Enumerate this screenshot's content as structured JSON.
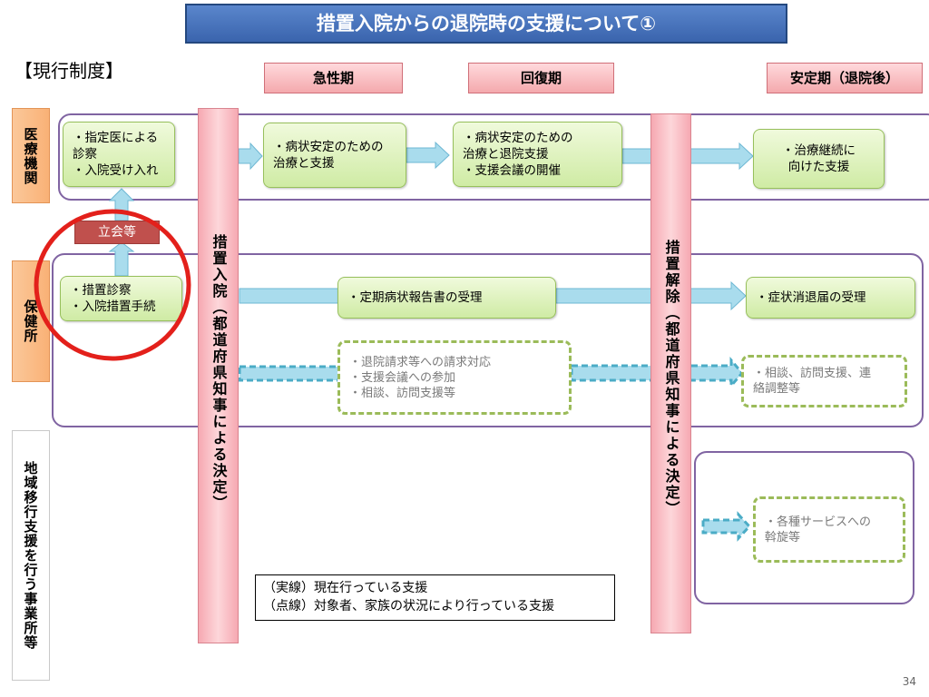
{
  "slide": {
    "title": "措置入院からの退院時の支援について①",
    "current_system": "【現行制度】",
    "page_number": "34"
  },
  "phases": {
    "acute": "急性期",
    "recovery": "回復期",
    "stable": "安定期（退院後）"
  },
  "organizations": {
    "medical": "医療機関",
    "health_center": "保健所",
    "community": "地域移行支援を行う事業所等"
  },
  "pillars": {
    "admission": "措置入院（都道府県知事による決定）",
    "release": "措置解除（都道府県知事による決定）"
  },
  "medical_row": {
    "designated_doctor": [
      "・指定医による",
      "診察",
      "・入院受け入れ"
    ],
    "acute_care": [
      "・病状安定のための",
      "治療と支援"
    ],
    "recovery_care": [
      "・病状安定のための",
      "治療と退院支援",
      "・支援会議の開催"
    ],
    "stable_care": [
      "・治療継続に",
      "向けた支援"
    ]
  },
  "attendance_label": "立会等",
  "health_center_row": {
    "admission_procedure": [
      "・措置診察",
      "・入院措置手続"
    ],
    "periodic_report": "・定期病状報告書の受理",
    "symptom_notice": "・症状消退届の受理",
    "discharge_support": [
      "・退院請求等への請求対応",
      "・支援会議への参加",
      "・相談、訪問支援等"
    ],
    "consultation": [
      "・相談、訪問支援、連",
      "絡調整等"
    ]
  },
  "community_row": {
    "service_mediation": [
      "・各種サービスへの",
      "斡旋等"
    ]
  },
  "legend": {
    "solid": "（実線）現在行っている支援",
    "dashed": "（点線）対象者、家族の状況により行っている支援"
  },
  "colors": {
    "title_bg": "#3a64ad",
    "phase_bg": "#f4a9ad",
    "org_bg": "#f9b176",
    "region_border": "#8064a2",
    "box_green": "#cfeba4",
    "dashed_green": "#9bbb59",
    "arrow_blue": "#a9dced",
    "highlight_red": "#e3201b",
    "tachi_bg": "#c0504d"
  }
}
